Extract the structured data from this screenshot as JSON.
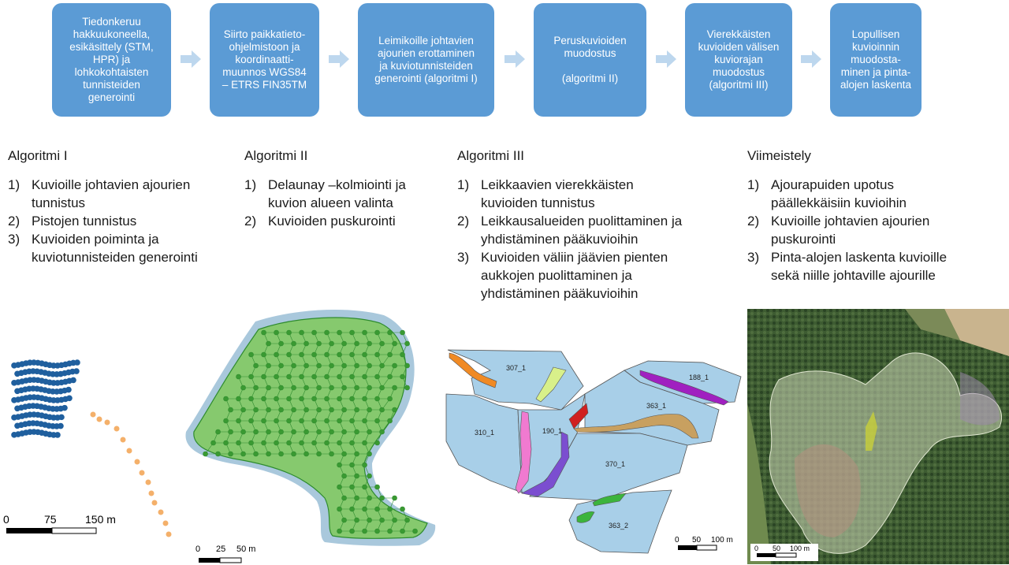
{
  "flow": {
    "steps": [
      {
        "text": "Tiedonkeruu\nhakkuukoneella,\nesikäsittely (STM,\nHPR) ja\nlohkokohtaisten\ntunnisteiden\ngenerointi"
      },
      {
        "text": "Siirto paikkatieto-\nohjelmistoon ja\nkoordinaatti-\nmuunnos WGS84\n– ETRS FIN35TM"
      },
      {
        "text": "Leimikoille johtavien\najourien erottaminen\nja kuviotunnisteiden\ngenerointi (algoritmi I)"
      },
      {
        "text": "Peruskuvioiden\nmuodostus\n\n(algoritmi II)"
      },
      {
        "text": "Vierekkäisten\nkuvioiden välisen\nkuviorajan\nmuodostus\n(algoritmi III)"
      },
      {
        "text": "Lopullisen\nkuvioinnin\nmuodosta-\nminen ja pinta-\nalojen laskenta"
      }
    ]
  },
  "sections": [
    {
      "title": "Algoritmi I",
      "items": [
        {
          "num": "1)",
          "text": "Kuvioille johtavien ajourien\ntunnistus"
        },
        {
          "num": "2)",
          "text": "Pistojen tunnistus"
        },
        {
          "num": "3)",
          "text": "Kuvioiden poiminta ja\nkuviotunnisteiden generointi"
        }
      ]
    },
    {
      "title": "Algoritmi II",
      "items": [
        {
          "num": "1)",
          "text": "Delaunay –kolmiointi ja\nkuvion alueen valinta"
        },
        {
          "num": "2)",
          "text": "Kuvioiden puskurointi"
        }
      ]
    },
    {
      "title": "Algoritmi III",
      "items": [
        {
          "num": "1)",
          "text": "Leikkaavien vierekkäisten\nkuvioiden tunnistus"
        },
        {
          "num": "2)",
          "text": "Leikkausalueiden puolittaminen ja\nyhdistäminen pääkuvioihin"
        },
        {
          "num": "3)",
          "text": "Kuvioiden väliin jäävien pienten\naukkojen puolittaminen ja\nyhdistäminen pääkuvioihin"
        }
      ]
    },
    {
      "title": "Viimeistely",
      "items": [
        {
          "num": "1)",
          "text": "Ajourapuiden upotus\npäällekkäisiin kuvioihin"
        },
        {
          "num": "2)",
          "text": "Kuvioille johtavien ajourien\npuskurointi"
        },
        {
          "num": "3)",
          "text": "Pinta-alojen laskenta kuvioille\nsekä niille johtaville ajourille"
        }
      ]
    }
  ],
  "panels": {
    "p1": {
      "scale": [
        "0",
        "75",
        "150 m"
      ],
      "colors": {
        "blue": "#1f5f9e",
        "orange": "#f4b06a"
      }
    },
    "p2": {
      "scale": [
        "0",
        "25",
        "50 m"
      ],
      "colors": {
        "fill": "#7fc36a",
        "edge": "#2e8b2e",
        "buffer": "#a9c8dc"
      }
    },
    "p3": {
      "scale": [
        "0",
        "50",
        "100 m"
      ],
      "labels": [
        "307_1",
        "188_1",
        "363_1",
        "310_1",
        "190_1",
        "370_1",
        "363_2"
      ]
    },
    "p4": {
      "scale": [
        "0",
        "50",
        "100 m"
      ]
    }
  },
  "colors": {
    "box": "#5b9bd5",
    "arrow": "#bdd7ee"
  }
}
